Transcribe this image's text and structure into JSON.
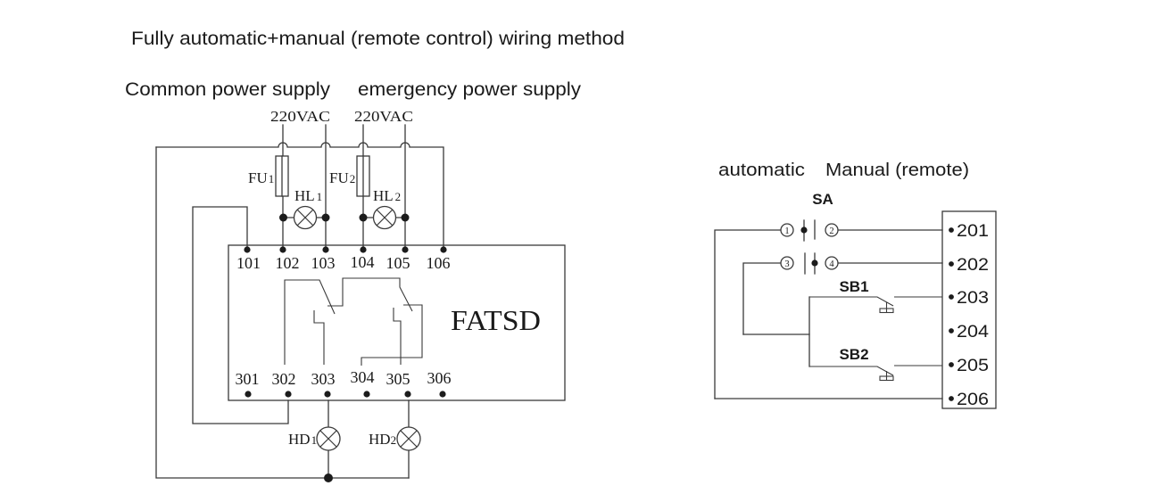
{
  "title": "Fully automatic+manual (remote control) wiring method",
  "left_diagram": {
    "supply_labels": {
      "common": "Common power supply",
      "emergency": "emergency power supply"
    },
    "voltage_labels": {
      "common": "220VAC",
      "emergency": "220VAC"
    },
    "fuses": [
      {
        "name": "FU",
        "index": "1"
      },
      {
        "name": "FU",
        "index": "2"
      }
    ],
    "indicator_lamps": [
      {
        "name": "HL",
        "index": "1"
      },
      {
        "name": "HL",
        "index": "2"
      }
    ],
    "output_lamps": [
      {
        "name": "HD",
        "index": "1"
      },
      {
        "name": "HD",
        "index": "2"
      }
    ],
    "device_name": "FATSD",
    "top_terminals": [
      "101",
      "102",
      "103",
      "104",
      "105",
      "106"
    ],
    "bottom_terminals": [
      "301",
      "302",
      "303",
      "304",
      "305",
      "306"
    ]
  },
  "right_diagram": {
    "mode_labels": {
      "automatic": "automatic",
      "manual": "Manual (remote)"
    },
    "selector_switch": {
      "name": "SA",
      "contacts": [
        "1",
        "2",
        "3",
        "4"
      ]
    },
    "push_buttons": [
      {
        "name": "SB1"
      },
      {
        "name": "SB2"
      }
    ],
    "terminals": [
      "201",
      "202",
      "203",
      "204",
      "205",
      "206"
    ]
  },
  "colors": {
    "wire": "#3a3a3a",
    "text": "#1a1a1a",
    "background": "#ffffff"
  }
}
